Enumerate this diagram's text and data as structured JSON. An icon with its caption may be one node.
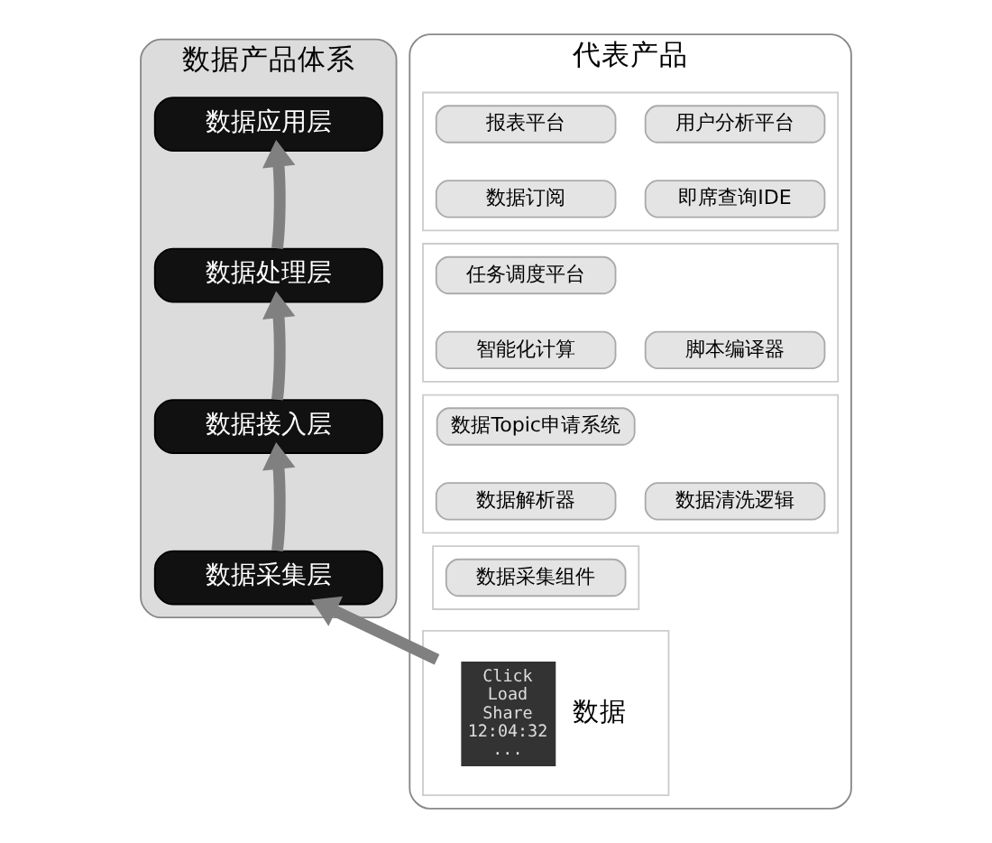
{
  "diagram": {
    "nodes": [
      {
        "text": [
          "数据产品体系"
        ]
      },
      {
        "text": [
          "数据应用层"
        ],
        "in": 0
      },
      {
        "text": [
          "数据处理层"
        ],
        "in": 0
      },
      {
        "text": [
          "数据接入层"
        ],
        "in": 0
      },
      {
        "text": [
          "数据采集层"
        ],
        "in": 0
      },
      {
        "text": [
          "代表产品"
        ]
      },
      {
        "text": [],
        "shape": "box",
        "in": 5
      },
      {
        "text": [
          "报表平台"
        ],
        "in": 6
      },
      {
        "text": [
          "用户分析平台"
        ],
        "in": 6
      },
      {
        "text": [
          "数据订阅"
        ],
        "in": 6
      },
      {
        "text": [
          "即席查询IDE"
        ],
        "in": 6
      },
      {
        "text": [],
        "shape": "box",
        "in": 5
      },
      {
        "text": [
          "任务调度平台"
        ],
        "in": 11
      },
      {
        "text": [
          "智能化计算"
        ],
        "in": 11
      },
      {
        "text": [
          "脚本编译器"
        ],
        "in": 11
      },
      {
        "text": [],
        "shape": "box",
        "in": 5
      },
      {
        "text": [
          "数据Topic申请系统"
        ],
        "in": 15
      },
      {
        "text": [
          "数据解析器"
        ],
        "in": 15
      },
      {
        "text": [
          "数据清洗逻辑"
        ],
        "in": 15
      },
      {
        "text": [],
        "shape": "box",
        "in": 5
      },
      {
        "text": [
          "数据采集组件"
        ],
        "in": 19
      },
      {
        "text": [],
        "shape": "box",
        "in": 5
      },
      {
        "text": [
          "Click Load Share 12:04:32 ..."
        ],
        "beside": [
          "数据"
        ],
        "in": 21
      }
    ],
    "edges": [
      {
        "from": 22,
        "to": 4,
        "arrow": "to"
      },
      {
        "from": 4,
        "to": 3,
        "arrow": "to"
      },
      {
        "from": 3,
        "to": 2,
        "arrow": "to"
      },
      {
        "from": 2,
        "to": 1,
        "arrow": "to"
      }
    ]
  }
}
